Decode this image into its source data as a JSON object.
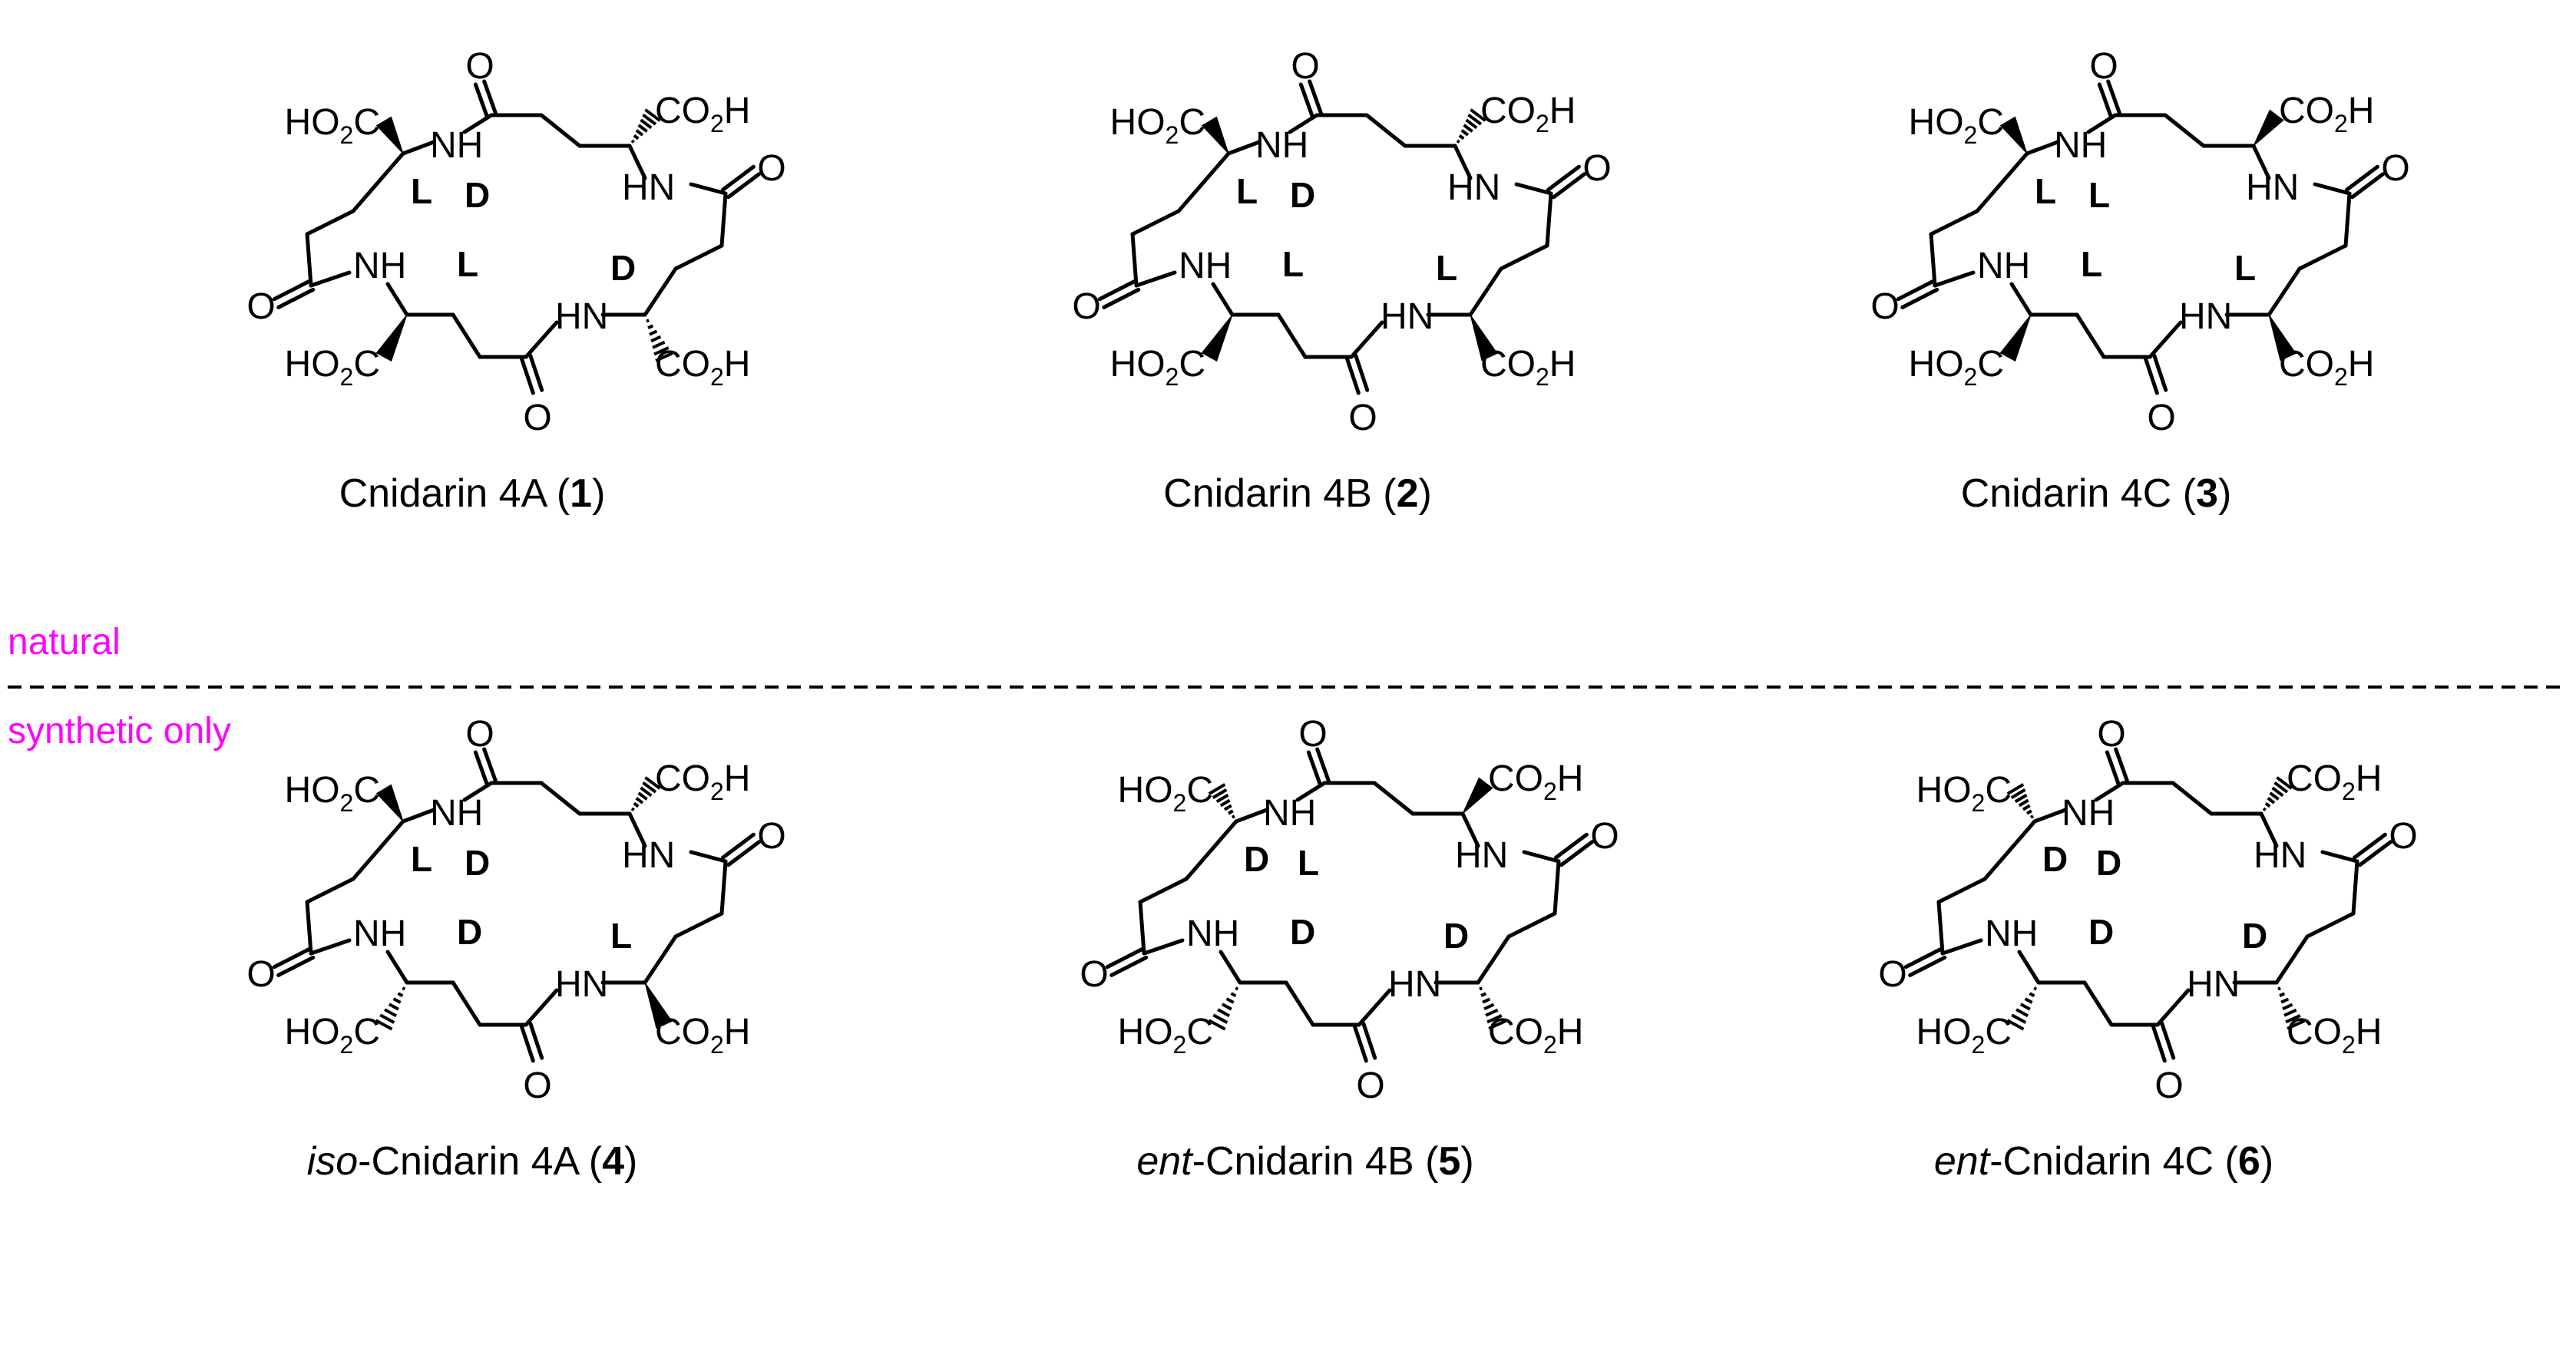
{
  "section_labels": {
    "natural": "natural",
    "synthetic": "synthetic only",
    "color": "#ff00ff"
  },
  "atom_labels": {
    "acid_left": "HO2C",
    "acid_right": "CO2H",
    "amide_nh_right": "NH",
    "amide_nh_left": "HN",
    "carbonyl_o": "O"
  },
  "compounds": [
    {
      "prefix": "",
      "name": "Cnidarin 4A (",
      "number": "1",
      "suffix": ")",
      "configs": [
        "L",
        "D",
        "D",
        "L"
      ],
      "stereo": [
        "wedge",
        "hash",
        "hash",
        "wedge"
      ]
    },
    {
      "prefix": "",
      "name": "Cnidarin 4B (",
      "number": "2",
      "suffix": ")",
      "configs": [
        "L",
        "D",
        "L",
        "L"
      ],
      "stereo": [
        "wedge",
        "hash",
        "wedge",
        "wedge"
      ]
    },
    {
      "prefix": "",
      "name": "Cnidarin 4C (",
      "number": "3",
      "suffix": ")",
      "configs": [
        "L",
        "L",
        "L",
        "L"
      ],
      "stereo": [
        "wedge",
        "wedge",
        "wedge",
        "wedge"
      ]
    },
    {
      "prefix": "iso",
      "name": "-Cnidarin 4A (",
      "number": "4",
      "suffix": ")",
      "configs": [
        "L",
        "D",
        "L",
        "D"
      ],
      "stereo": [
        "wedge",
        "hash",
        "wedge",
        "hash"
      ]
    },
    {
      "prefix": "ent",
      "name": "-Cnidarin 4B (",
      "number": "5",
      "suffix": ")",
      "configs": [
        "D",
        "L",
        "D",
        "D"
      ],
      "stereo": [
        "hash",
        "wedge",
        "hash",
        "hash"
      ]
    },
    {
      "prefix": "ent",
      "name": "-Cnidarin 4C (",
      "number": "6",
      "suffix": ")",
      "configs": [
        "D",
        "D",
        "D",
        "D"
      ],
      "stereo": [
        "hash",
        "hash",
        "hash",
        "hash"
      ]
    }
  ]
}
